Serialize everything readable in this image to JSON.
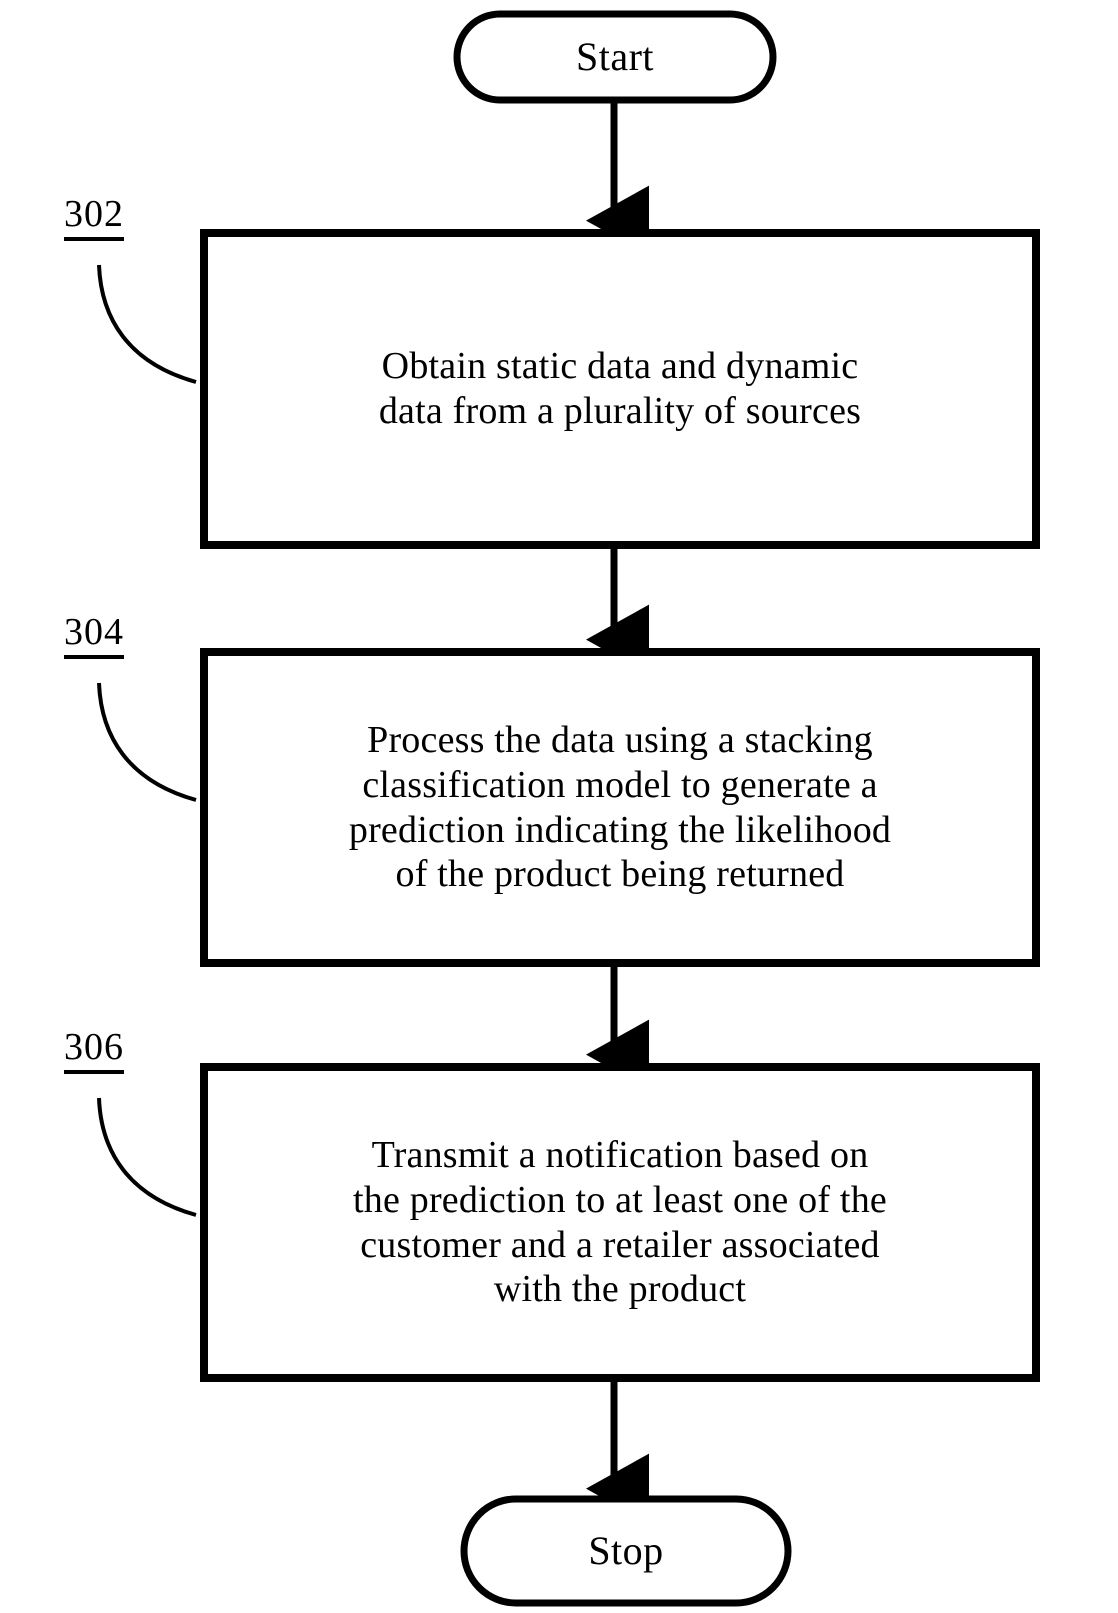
{
  "figure": {
    "type": "flowchart",
    "orientation": "vertical",
    "nodes": [
      {
        "id": "start",
        "shape": "terminal",
        "label": "Start"
      },
      {
        "id": "step302",
        "shape": "process",
        "ref": "302",
        "label": "Obtain static data and dynamic data from a plurality of sources",
        "lines": [
          "Obtain static data and dynamic",
          "data from a plurality of sources"
        ]
      },
      {
        "id": "step304",
        "shape": "process",
        "ref": "304",
        "label": "Process the data using a stacking classification model to generate a prediction indicating the likelihood of the product being returned",
        "lines": [
          "Process the data using a stacking",
          "classification model to generate a",
          "prediction indicating the likelihood",
          "of the product being returned"
        ]
      },
      {
        "id": "step306",
        "shape": "process",
        "ref": "306",
        "label": "Transmit a notification based on the prediction to at least one of the customer and a retailer associated with the product",
        "lines": [
          "Transmit a notification based on",
          "the prediction to at least one of the",
          "customer and a retailer associated",
          "with the product"
        ]
      },
      {
        "id": "stop",
        "shape": "terminal",
        "label": "Stop"
      }
    ],
    "edges": [
      {
        "from": "start",
        "to": "step302",
        "arrow": "down"
      },
      {
        "from": "step302",
        "to": "step304",
        "arrow": "down"
      },
      {
        "from": "step304",
        "to": "step306",
        "arrow": "down"
      },
      {
        "from": "step306",
        "to": "stop",
        "arrow": "down"
      }
    ],
    "reference_numerals": [
      "302",
      "304",
      "306"
    ],
    "colors": {
      "stroke": "#000000",
      "fill": "#ffffff",
      "text": "#000000"
    }
  }
}
